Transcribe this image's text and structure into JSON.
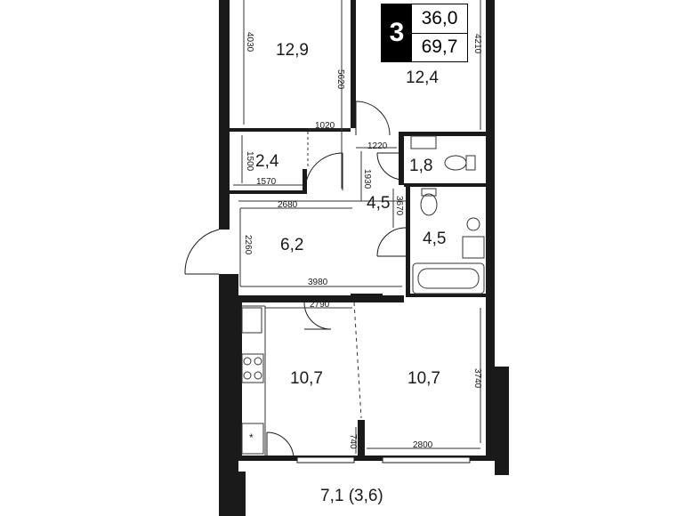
{
  "badge": {
    "rooms": "3",
    "living_area": "36,0",
    "total_area": "69,7"
  },
  "rooms": {
    "bedroom_left": "12,9",
    "bedroom_right": "12,4",
    "closet": "2,4",
    "wc": "1,8",
    "corridor": "4,5",
    "bathroom": "4,5",
    "hall": "6,2",
    "kitchen": "10,7",
    "living": "10,7",
    "balcony": "7,1 (3,6)"
  },
  "dimensions": {
    "d4030": "4030",
    "d5620": "5620",
    "d4210": "4210",
    "d1020": "1020",
    "d1220": "1220",
    "d1500": "1500",
    "d1570": "1570",
    "d1930": "1930",
    "d3670": "3670",
    "d2680": "2680",
    "d2260": "2260",
    "d3980": "3980",
    "d2790": "2790",
    "d3740": "3740",
    "d740": "740",
    "d2800": "2800"
  },
  "colors": {
    "wall": "#1a1a1a",
    "line": "#333333",
    "badge_bg": "#000000"
  }
}
